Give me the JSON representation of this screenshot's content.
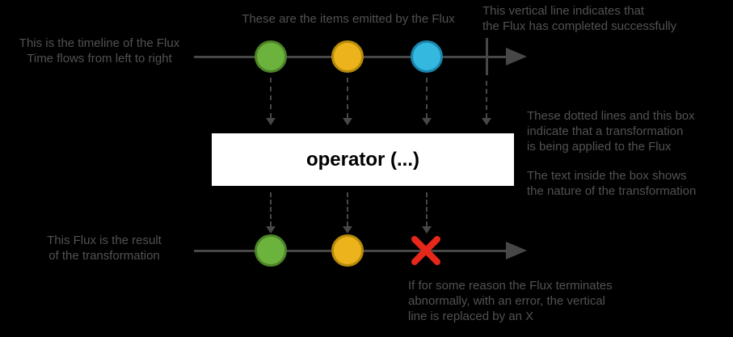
{
  "colors": {
    "bg": "#000000",
    "text": "#525252",
    "line": "#474747",
    "marble-green": "#6cb33e",
    "marble-green-border": "#4c8427",
    "marble-yellow": "#ecb31d",
    "marble-yellow-border": "#b68a0a",
    "marble-blue": "#35b8e0",
    "marble-blue-border": "#1a85ab",
    "error": "#e8271b",
    "box-bg": "#ffffff",
    "box-border": "#000000",
    "operator-text": "#000000"
  },
  "diagram": {
    "operator_label": "operator (...)",
    "annotations": {
      "top_left": "This is the timeline of the Flux\nTime flows from left to right",
      "top_middle": "These are the items emitted by the Flux",
      "top_right": "This vertical line indicates that\nthe Flux has completed successfully",
      "right_transformation": "These dotted lines and this box\nindicate that a transformation\nis being applied to the Flux",
      "right_box_text": "The text inside the box shows\nthe nature of the transformation",
      "bottom_left": "This Flux is the result\nof the transformation",
      "bottom_right": "If for some reason the Flux terminates\nabnormally, with an error, the vertical\nline is replaced by an X"
    },
    "marbles_top": [
      "green",
      "yellow",
      "blue"
    ],
    "marbles_bottom": [
      "green",
      "yellow"
    ],
    "error_marker": "X"
  }
}
